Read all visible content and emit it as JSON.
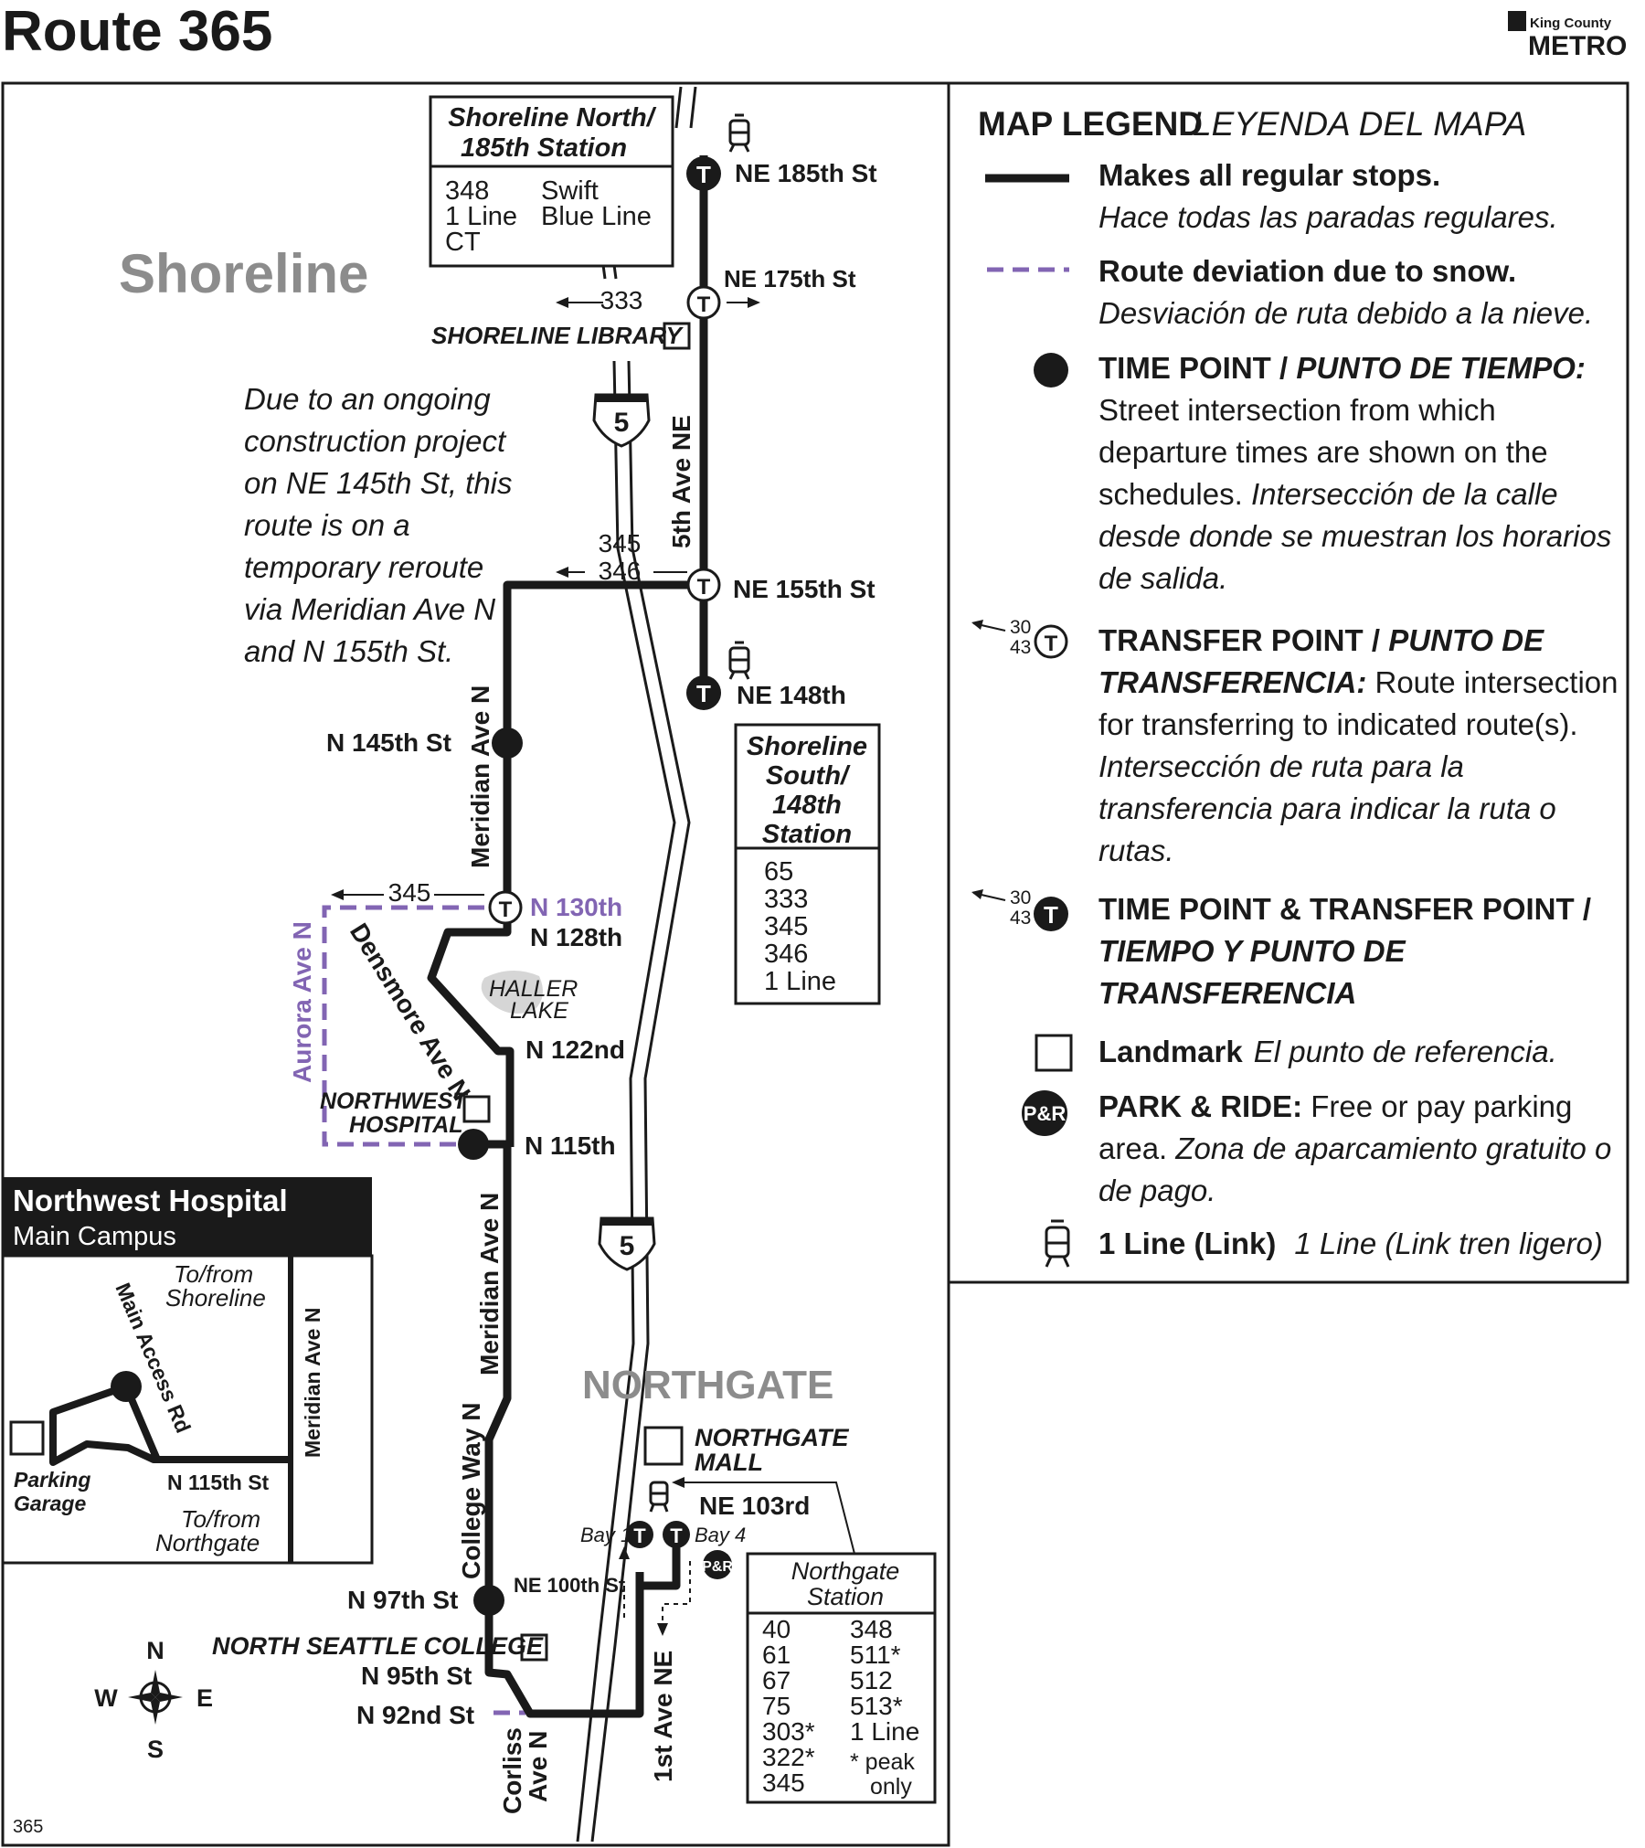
{
  "header": {
    "title": "Route 365",
    "logo_top": "King County",
    "logo_bottom": "METRO",
    "page_number": "365"
  },
  "colors": {
    "route": "#1a1a1a",
    "snow_deviation": "#8265b3",
    "area_label": "#8c8c8c",
    "background": "#ffffff"
  },
  "areas": {
    "shoreline": "Shoreline",
    "northgate": "NORTHGATE"
  },
  "notice": [
    "Due to an ongoing",
    "construction project",
    "on NE 145th St, this",
    "route is on a",
    "temporary reroute",
    "via Meridian Ave N",
    "and N 155th St."
  ],
  "stations": {
    "shoreline_north": {
      "name_line1": "Shoreline North/",
      "name_line2": "185th Station",
      "routes_col1": [
        "348",
        "1 Line",
        "CT"
      ],
      "routes_col2": [
        "Swift",
        "Blue Line"
      ]
    },
    "shoreline_south": {
      "name_lines": [
        "Shoreline",
        "South/",
        "148th",
        "Station"
      ],
      "routes": [
        "65",
        "333",
        "345",
        "346",
        "1 Line"
      ]
    },
    "northgate": {
      "name_line1": "Northgate",
      "name_line2": "Station",
      "routes_col1": [
        "40",
        "61",
        "67",
        "75",
        "303*",
        "322*",
        "345"
      ],
      "routes_col2": [
        "348",
        "511*",
        "512",
        "513*",
        "1 Line"
      ],
      "footnote_line1": "* peak",
      "footnote_line2": "only"
    }
  },
  "streets": {
    "ne185": "NE 185th St",
    "ne175": "NE 175th St",
    "ne155": "NE 155th St",
    "ne148": "NE 148th",
    "fifth_ave": "5th Ave NE",
    "n145": "N 145th St",
    "meridian_upper": "Meridian Ave N",
    "meridian_lower": "Meridian Ave N",
    "n130": "N 130th",
    "n128": "N 128th",
    "aurora": "Aurora Ave N",
    "densmore": "Densmore Ave N",
    "n122": "N 122nd",
    "n115": "N 115th",
    "college_way": "College Way N",
    "n97": "N 97th St",
    "ne100": "NE 100th St",
    "n95": "N 95th St",
    "n92": "N 92nd St",
    "corliss_1": "Corliss",
    "corliss_2": "Ave N",
    "first_ave": "1st Ave NE",
    "ne103": "NE 103rd",
    "bay1": "Bay 1",
    "bay4": "Bay 4",
    "interstate": "5"
  },
  "route_labels": {
    "r333": "333",
    "r345_a": "345",
    "r346": "346",
    "r345_b": "345"
  },
  "landmarks": {
    "shoreline_library": "SHORELINE LIBRARY",
    "northwest_hospital_1": "NORTHWEST",
    "northwest_hospital_2": "HOSPITAL",
    "haller_lake_1": "HALLER",
    "haller_lake_2": "LAKE",
    "northgate_mall_1": "NORTHGATE",
    "northgate_mall_2": "MALL",
    "north_seattle_college": "NORTH SEATTLE COLLEGE"
  },
  "inset": {
    "title": "Northwest Hospital",
    "subtitle": "Main Campus",
    "to_shoreline_1": "To/from",
    "to_shoreline_2": "Shoreline",
    "main_access": "Main Access Rd",
    "meridian": "Meridian Ave N",
    "n115": "N 115th St",
    "parking_1": "Parking",
    "parking_2": "Garage",
    "to_northgate_1": "To/from",
    "to_northgate_2": "Northgate"
  },
  "compass": {
    "n": "N",
    "s": "S",
    "e": "E",
    "w": "W"
  },
  "legend": {
    "heading": "MAP LEGEND",
    "heading_es": "LEYENDA DEL MAPA",
    "regular_stops": "Makes all regular stops.",
    "regular_stops_es": "Hace todas las paradas regulares.",
    "snow": "Route deviation due to snow.",
    "snow_es": "Desviación de ruta debido a la nieve.",
    "time_point_title": "TIME POINT / ",
    "time_point_title_es": "PUNTO DE TIEMPO:",
    "time_point_desc_1": "Street intersection from which",
    "time_point_desc_2": "departure times are shown on the",
    "time_point_desc_3a": "schedules. ",
    "time_point_desc_3b": "Intersección de la calle",
    "time_point_desc_4": "desde donde se muestran los horarios",
    "time_point_desc_5": "de salida.",
    "transfer_title": "TRANSFER POINT / ",
    "transfer_title_es_1": "PUNTO DE",
    "transfer_title_es_2": "TRANSFERENCIA:",
    "transfer_desc_1": " Route intersection",
    "transfer_desc_2": "for transferring to indicated route(s).",
    "transfer_desc_3": "Intersección de ruta para la",
    "transfer_desc_4": "transferencia para indicar la ruta o",
    "transfer_desc_5": "rutas.",
    "sample_route_1": "30",
    "sample_route_2": "43",
    "time_transfer_1": "TIME POINT & TRANSFER POINT /",
    "time_transfer_2": "TIEMPO Y PUNTO DE",
    "time_transfer_3": "TRANSFERENCIA",
    "landmark": "Landmark",
    "landmark_es": "El punto de referencia.",
    "park_ride_icon": "P&R",
    "park_ride_title": "PARK & RIDE:",
    "park_ride_desc_1": " Free or pay parking",
    "park_ride_desc_2a": "area. ",
    "park_ride_desc_2b": "Zona de aparcamiento gratuito o",
    "park_ride_desc_3": "de pago.",
    "link": "1 Line (Link)",
    "link_es": "1 Line (Link tren ligero)"
  },
  "transfer_symbol": "T"
}
